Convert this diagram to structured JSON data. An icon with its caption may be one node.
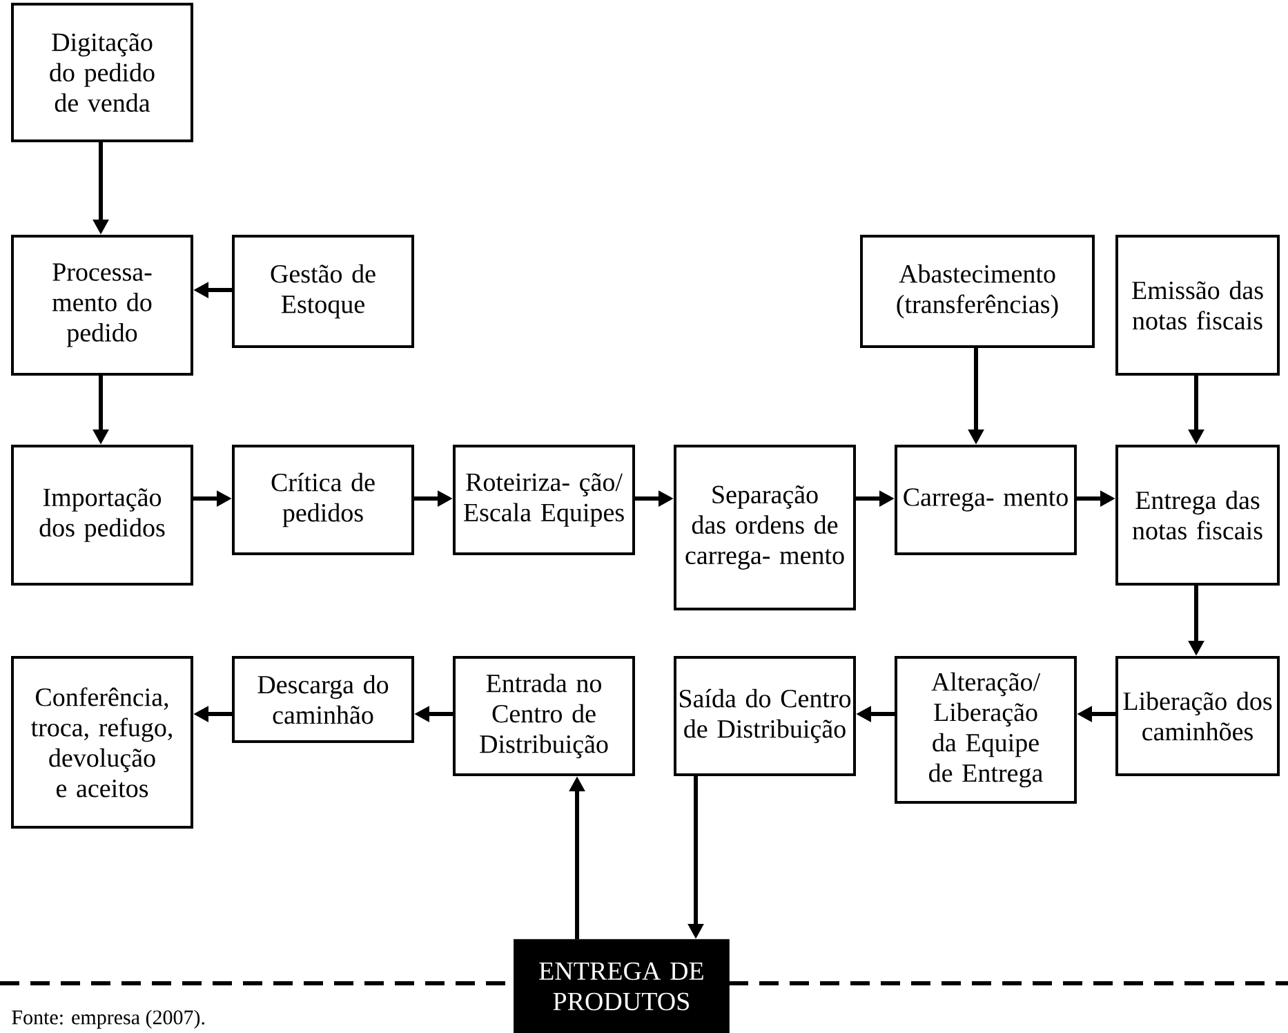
{
  "diagram": {
    "nodes": [
      {
        "text": [
          "Digitação do pedido de venda"
        ]
      },
      {
        "text": [
          "Processa- mento do pedido"
        ]
      },
      {
        "text": [
          "Gestão de Estoque"
        ]
      },
      {
        "text": [
          "Abastecimento (transferências)"
        ]
      },
      {
        "text": [
          "Emissão das notas fiscais"
        ]
      },
      {
        "text": [
          "Importação dos pedidos"
        ]
      },
      {
        "text": [
          "Crítica de pedidos"
        ]
      },
      {
        "text": [
          "Roteiriza- ção/ Escala Equipes"
        ]
      },
      {
        "text": [
          "Separação das ordens de carrega- mento"
        ]
      },
      {
        "text": [
          "Carrega- mento"
        ]
      },
      {
        "text": [
          "Entrega das notas fiscais"
        ]
      },
      {
        "text": [
          "Conferência, troca, refugo, devolução e aceitos"
        ]
      },
      {
        "text": [
          "Descarga do caminhão"
        ]
      },
      {
        "text": [
          "Entrada no Centro de Distribuição"
        ]
      },
      {
        "text": [
          "Saída do Centro de Distribuição"
        ]
      },
      {
        "text": [
          "Alteração/ Liberação da Equipe de Entrega"
        ]
      },
      {
        "text": [
          "Liberação dos caminhões"
        ]
      },
      {
        "text": [
          "ENTREGA DE PRODUTOS"
        ]
      }
    ],
    "edges": [
      {
        "from": 0,
        "to": 1,
        "arrow": "to"
      },
      {
        "from": 2,
        "to": 1,
        "arrow": "to"
      },
      {
        "from": 1,
        "to": 5,
        "arrow": "to"
      },
      {
        "from": 5,
        "to": 6,
        "arrow": "to"
      },
      {
        "from": 6,
        "to": 7,
        "arrow": "to"
      },
      {
        "from": 7,
        "to": 8,
        "arrow": "to"
      },
      {
        "from": 8,
        "to": 9,
        "arrow": "to"
      },
      {
        "from": 3,
        "to": 9,
        "arrow": "to"
      },
      {
        "from": 9,
        "to": 10,
        "arrow": "to"
      },
      {
        "from": 4,
        "to": 10,
        "arrow": "to"
      },
      {
        "from": 10,
        "to": 16,
        "arrow": "to"
      },
      {
        "from": 16,
        "to": 15,
        "arrow": "to"
      },
      {
        "from": 15,
        "to": 14,
        "arrow": "to"
      },
      {
        "from": 14,
        "to": 17,
        "arrow": "to"
      },
      {
        "from": 17,
        "to": 13,
        "arrow": "to"
      },
      {
        "from": 13,
        "to": 12,
        "arrow": "to"
      },
      {
        "from": 12,
        "to": 11,
        "arrow": "to"
      }
    ],
    "labels": [
      "Fonte: empresa (2007)."
    ]
  }
}
